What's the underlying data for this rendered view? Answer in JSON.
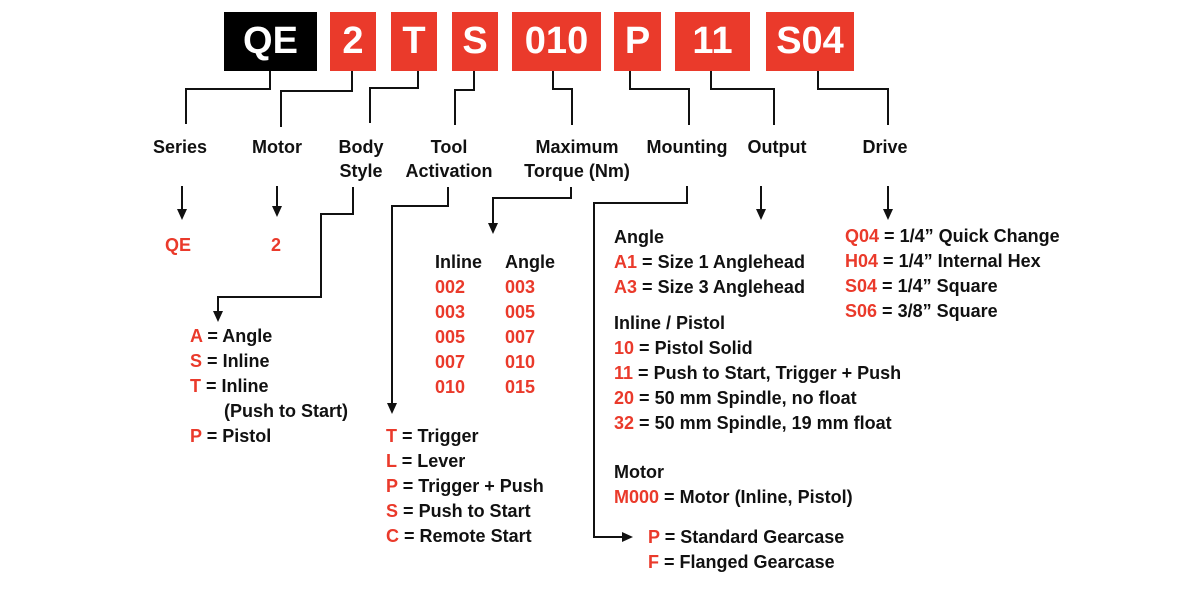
{
  "colors": {
    "accent": "#ea3a2b",
    "code_primary": "#000000",
    "line": "#111111"
  },
  "separator": "=",
  "model_code": {
    "segments": [
      {
        "code": "QE",
        "style": "black"
      },
      {
        "code": "2",
        "style": "red"
      },
      {
        "code": "T",
        "style": "red"
      },
      {
        "code": "S",
        "style": "red"
      },
      {
        "code": "010",
        "style": "red"
      },
      {
        "code": "P",
        "style": "red"
      },
      {
        "code": "11",
        "style": "red"
      },
      {
        "code": "S04",
        "style": "red"
      }
    ]
  },
  "fields": {
    "series": {
      "label": "Series",
      "value": "QE"
    },
    "motor": {
      "label": "Motor",
      "value": "2"
    },
    "body_style": {
      "label_line1": "Body",
      "label_line2": "Style",
      "options": [
        {
          "code": "A",
          "desc": "Angle"
        },
        {
          "code": "S",
          "desc": "Inline"
        },
        {
          "code": "T",
          "desc": "Inline",
          "note": "(Push to Start)"
        },
        {
          "code": "P",
          "desc": "Pistol"
        }
      ]
    },
    "tool_activation": {
      "label_line1": "Tool",
      "label_line2": "Activation",
      "options": [
        {
          "code": "T",
          "desc": "Trigger"
        },
        {
          "code": "L",
          "desc": "Lever"
        },
        {
          "code": "P",
          "desc": "Trigger + Push"
        },
        {
          "code": "S",
          "desc": "Push to Start"
        },
        {
          "code": "C",
          "desc": "Remote Start"
        }
      ]
    },
    "max_torque": {
      "label_line1": "Maximum",
      "label_line2": "Torque (Nm)",
      "columns": [
        "Inline",
        "Angle"
      ],
      "inline_values": [
        "002",
        "003",
        "005",
        "007",
        "010"
      ],
      "angle_values": [
        "003",
        "005",
        "007",
        "010",
        "015"
      ]
    },
    "mounting": {
      "label": "Mounting",
      "options": [
        {
          "code": "P",
          "desc": "Standard Gearcase"
        },
        {
          "code": "F",
          "desc": "Flanged Gearcase"
        }
      ]
    },
    "output": {
      "label": "Output",
      "groups": [
        {
          "title": "Angle",
          "options": [
            {
              "code": "A1",
              "desc": "Size 1 Anglehead"
            },
            {
              "code": "A3",
              "desc": "Size 3 Anglehead"
            }
          ]
        },
        {
          "title": "Inline / Pistol",
          "options": [
            {
              "code": "10",
              "desc": "Pistol Solid"
            },
            {
              "code": "11",
              "desc": "Push to Start, Trigger + Push"
            },
            {
              "code": "20",
              "desc": "50 mm Spindle, no float"
            },
            {
              "code": "32",
              "desc": "50 mm Spindle, 19 mm float"
            }
          ]
        },
        {
          "title": "Motor",
          "options": [
            {
              "code": "M000",
              "desc": "Motor (Inline, Pistol)"
            }
          ]
        }
      ]
    },
    "drive": {
      "label": "Drive",
      "options": [
        {
          "code": "Q04",
          "desc": "1/4” Quick Change"
        },
        {
          "code": "H04",
          "desc": "1/4” Internal Hex"
        },
        {
          "code": "S04",
          "desc": "1/4” Square"
        },
        {
          "code": "S06",
          "desc": "3/8” Square"
        }
      ]
    }
  }
}
